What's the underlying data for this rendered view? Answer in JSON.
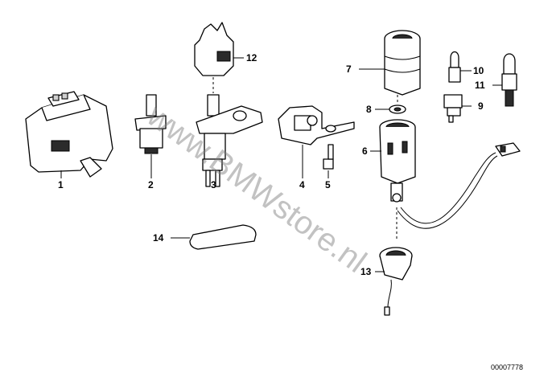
{
  "watermark": "www.BMWstore.nl",
  "reference_number": "00007778",
  "callouts": {
    "c1": "1",
    "c2": "2",
    "c3": "3",
    "c4": "4",
    "c5": "5",
    "c6": "6",
    "c7": "7",
    "c8": "8",
    "c9": "9",
    "c10": "10",
    "c11": "11",
    "c12": "12",
    "c13": "13",
    "c14": "14"
  }
}
